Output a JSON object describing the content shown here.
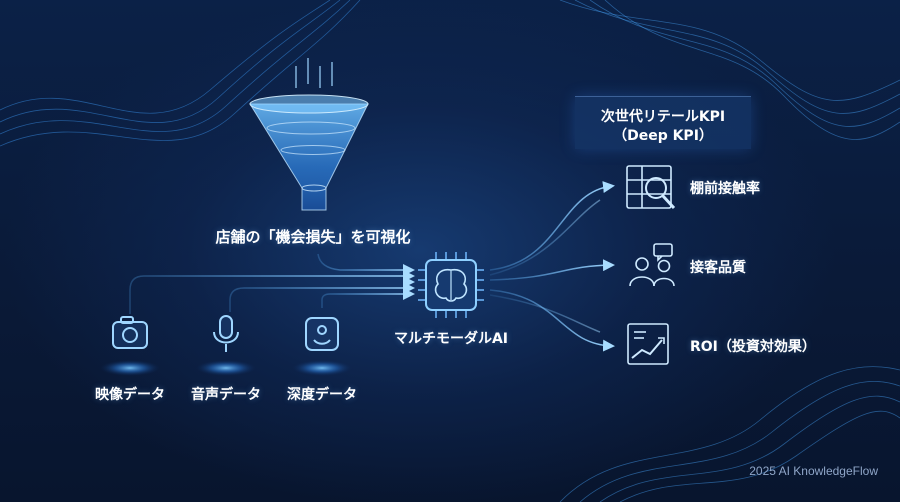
{
  "funnel": {
    "caption": "店舗の「機会損失」を可視化"
  },
  "inputs": [
    {
      "label": "映像データ",
      "icon": "camera-icon"
    },
    {
      "label": "音声データ",
      "icon": "microphone-icon"
    },
    {
      "label": "深度データ",
      "icon": "depth-sensor-icon"
    }
  ],
  "processor": {
    "label": "マルチモーダルAI",
    "icon": "ai-brain-chip-icon"
  },
  "kpi_header": {
    "line1": "次世代リテールKPI",
    "line2": "（Deep KPI）"
  },
  "outputs": [
    {
      "label": "棚前接触率",
      "icon": "shelf-analytics-icon"
    },
    {
      "label": "接客品質",
      "icon": "customer-service-icon"
    },
    {
      "label": "ROI（投資対効果）",
      "icon": "roi-chart-icon"
    }
  ],
  "footer": {
    "credit": "2025 AI KnowledgeFlow"
  },
  "colors": {
    "background": "#0a1a35",
    "accent": "#5ab4ff",
    "text": "#ffffff"
  }
}
